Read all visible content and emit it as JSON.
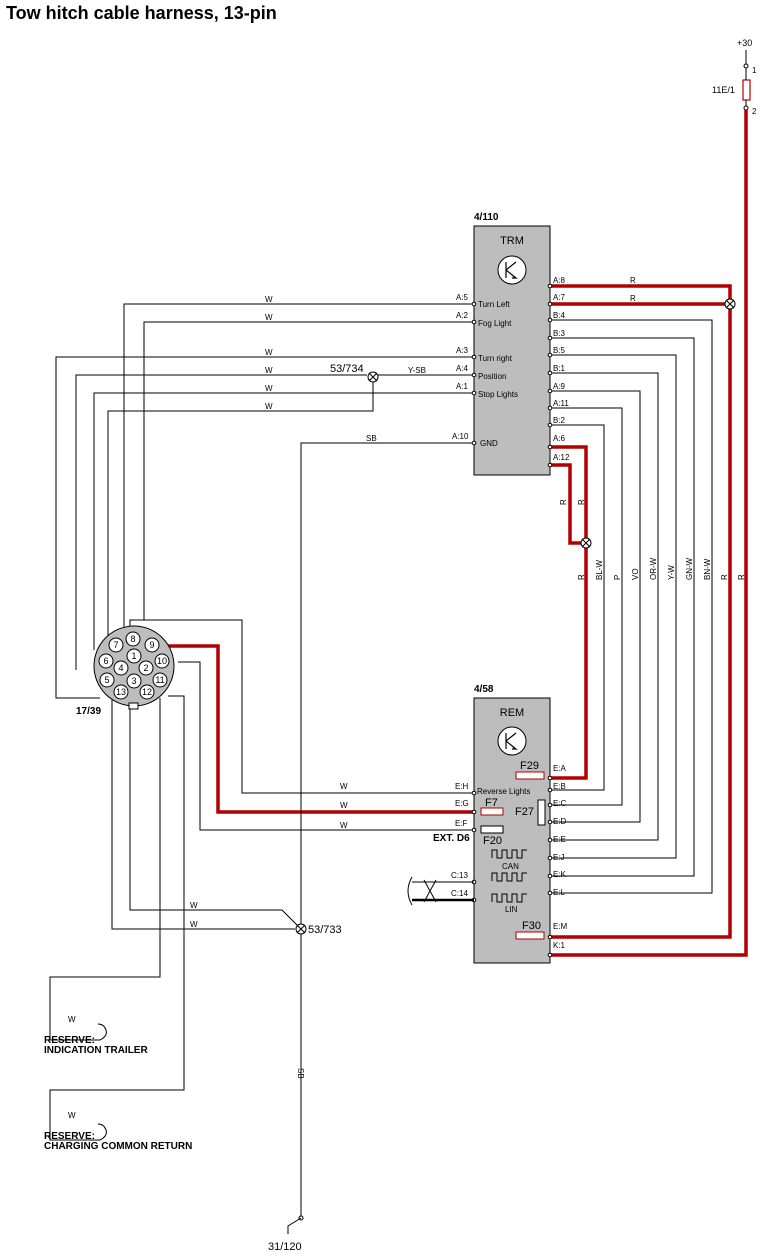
{
  "title": "Tow hitch cable harness, 13-pin",
  "power": {
    "supply": "+30",
    "fuse": "11E/1",
    "pin1": "1",
    "pin2": "2"
  },
  "trm": {
    "id": "4/110",
    "name": "TRM",
    "left_pins": [
      {
        "pin": "A:5",
        "func": "Turn Left",
        "wire": "W"
      },
      {
        "pin": "A:2",
        "func": "Fog Light",
        "wire": "W"
      },
      {
        "pin": "A:3",
        "func": "Turn right",
        "wire": "W"
      },
      {
        "pin": "A:4",
        "func": "Position",
        "wire": "Y-SB"
      },
      {
        "pin": "A:1",
        "func": "Stop Lights",
        "wire": "W"
      },
      {
        "pin": "A:10",
        "func": "GND",
        "wire": "SB"
      }
    ],
    "right_pins": [
      "A:8",
      "A:7",
      "B:4",
      "B:3",
      "B:5",
      "B:1",
      "A:9",
      "A:11",
      "B:2",
      "A:6",
      "A:12"
    ]
  },
  "rem": {
    "id": "4/58",
    "name": "REM",
    "left_pins": [
      {
        "pin": "E:H",
        "func": "Reverse Lights",
        "wire": "W"
      },
      {
        "pin": "E:G",
        "func": "",
        "wire": "W"
      },
      {
        "pin": "E:F",
        "func": "",
        "wire": "W"
      },
      {
        "pin": "C:13",
        "func": "",
        "wire": ""
      },
      {
        "pin": "C:14",
        "func": "",
        "wire": ""
      }
    ],
    "right_pins": [
      "E:A",
      "E:B",
      "E:C",
      "E:D",
      "E:E",
      "E:J",
      "E:K",
      "E:L",
      "E:M",
      "K:1"
    ],
    "fuses": [
      "F29",
      "F7",
      "F27",
      "F20",
      "F30"
    ],
    "ext": "EXT. D6",
    "bus": [
      "CAN",
      "LIN"
    ]
  },
  "splices": {
    "s734": "53/734",
    "s733": "53/733"
  },
  "connector": {
    "id": "17/39",
    "pins": [
      "1",
      "2",
      "3",
      "4",
      "5",
      "6",
      "7",
      "8",
      "9",
      "10",
      "11",
      "12",
      "13"
    ]
  },
  "vertical_wire_labels": [
    "R",
    "BL-W",
    "P",
    "VO",
    "OR-W",
    "Y-W",
    "GN-W",
    "BN-W",
    "R",
    "R"
  ],
  "misc_wire_labels": {
    "r": "R",
    "w": "W",
    "sb": "SB"
  },
  "reserves": [
    {
      "line1": "RESERVE:",
      "line2": "INDICATION TRAILER"
    },
    {
      "line1": "RESERVE:",
      "line2": "CHARGING COMMON RETURN"
    }
  ],
  "ground": "31/120",
  "colors": {
    "power_wire": "#b00000",
    "signal_wire": "#000000",
    "module_fill": "#bdbdbd"
  }
}
